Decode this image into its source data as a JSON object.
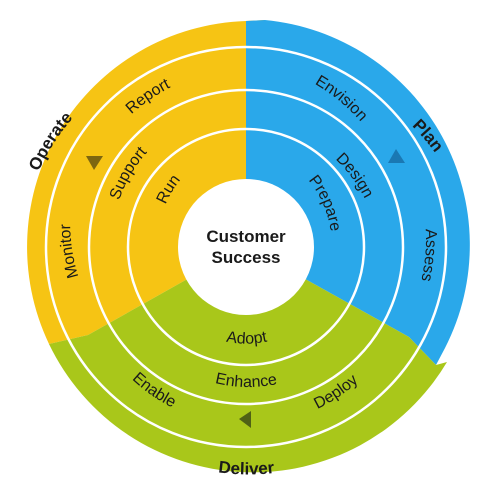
{
  "center": {
    "line1": "Customer",
    "line2": "Success"
  },
  "colors": {
    "plan": "#2aa8ea",
    "operate": "#f6c414",
    "deliver": "#a9c71a",
    "center": "#ffffff",
    "ring_line": "#ffffff",
    "arrow_plan": "#1a78b3",
    "arrow_operate": "#7d6610",
    "arrow_deliver": "#4f6115"
  },
  "phases": {
    "plan": "Plan",
    "operate": "Operate",
    "deliver": "Deliver"
  },
  "rings": {
    "outer": {
      "plan": [
        "Envision",
        "Assess"
      ],
      "operate": [
        "Report",
        "Monitor"
      ],
      "deliver": [
        "Enable",
        "Deploy"
      ]
    },
    "middle": {
      "plan": "Design",
      "operate": "Support",
      "deliver": "Enhance"
    },
    "inner": {
      "plan": "Prepare",
      "operate": "Run",
      "deliver": "Adopt"
    }
  }
}
